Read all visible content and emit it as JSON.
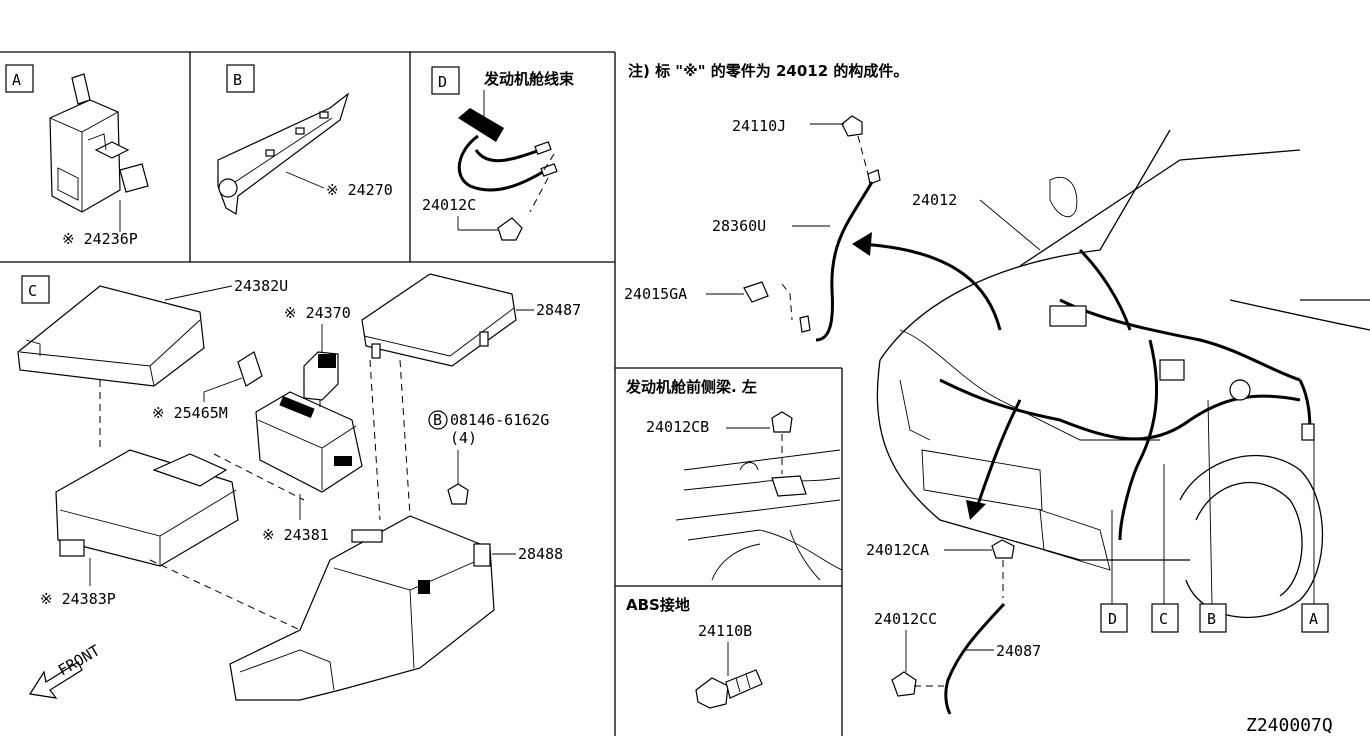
{
  "panels": {
    "A": {
      "letter": "A",
      "parts": [
        "※ 24236P"
      ]
    },
    "B": {
      "letter": "B",
      "parts": [
        "※ 24270"
      ]
    },
    "C": {
      "letter": "C",
      "parts": [
        "24382U",
        "※ 24370",
        "28487",
        "※ 25465M",
        "※ 24381",
        "08146-6162G",
        "(4)",
        "28488",
        "※ 24383P"
      ],
      "bolt_mark": "B",
      "front_label": "FRONT"
    },
    "D": {
      "letter": "D",
      "title": "发动机舱线束",
      "parts": [
        "24012C"
      ]
    },
    "main": {
      "note": "注) 标 \"※\" 的零件为 24012 的构成件。",
      "parts": [
        "24110J",
        "28360U",
        "24015GA",
        "24012",
        "24012CA",
        "24012CC",
        "24087"
      ],
      "callouts": [
        "D",
        "C",
        "B",
        "A"
      ]
    },
    "sub1": {
      "title": "发动机舱前侧梁. 左",
      "parts": [
        "24012CB"
      ]
    },
    "sub2": {
      "title": "ABS接地",
      "parts": [
        "24110B"
      ]
    }
  },
  "diagram_code": "Z240007Q",
  "icons": [
    "front-arrow-icon",
    "bolt-icon",
    "connector-icon"
  ]
}
